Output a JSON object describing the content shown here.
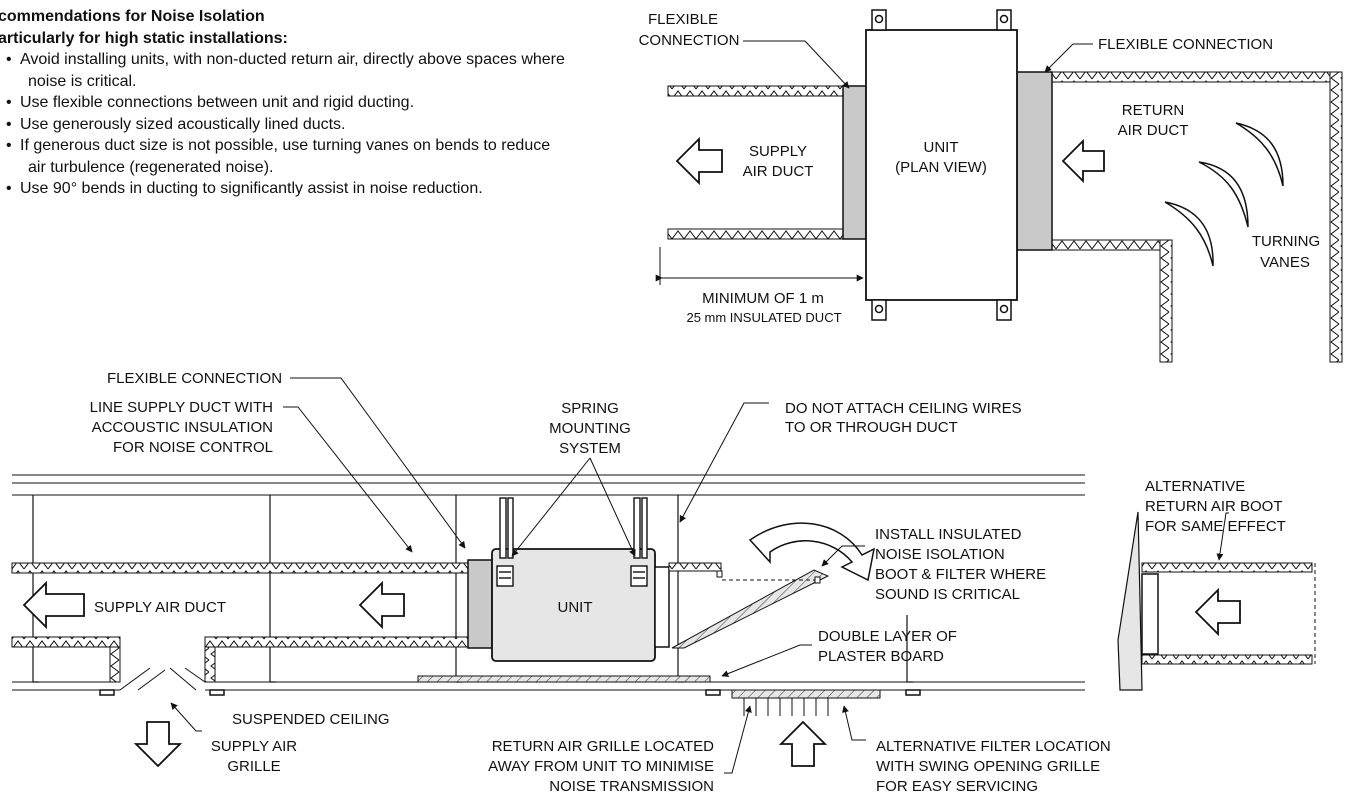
{
  "notes": {
    "heading_1": "commendations for Noise Isolation",
    "heading_2": "articularly for high static installations:",
    "items": [
      "Avoid installing units, with non-ducted return air, directly above spaces where noise is critical.",
      "Use flexible connections between unit and rigid ducting.",
      "Use generously sized acoustically lined ducts.",
      "If generous duct size is not possible, use turning vanes on bends to reduce air turbulence (regenerated noise).",
      "Use 90° bends in ducting to significantly assist in noise reduction."
    ]
  },
  "plan": {
    "flex_left_1": "FLEXIBLE",
    "flex_left_2": "CONNECTION",
    "flex_right": "FLEXIBLE CONNECTION",
    "supply_1": "SUPPLY",
    "supply_2": "AIR DUCT",
    "unit_1": "UNIT",
    "unit_2": "(PLAN VIEW)",
    "return_1": "RETURN",
    "return_2": "AIR DUCT",
    "vanes_1": "TURNING",
    "vanes_2": "VANES",
    "min_1": "MINIMUM OF 1 m",
    "min_2": "25 mm INSULATED DUCT"
  },
  "section": {
    "flex": "FLEXIBLE CONNECTION",
    "line_1": "LINE SUPPLY DUCT WITH",
    "line_2": "ACCOUSTIC INSULATION",
    "line_3": "FOR NOISE CONTROL",
    "spring_1": "SPRING",
    "spring_2": "MOUNTING",
    "spring_3": "SYSTEM",
    "wires_1": "DO NOT ATTACH CEILING WIRES",
    "wires_2": "TO OR THROUGH DUCT",
    "supply_duct": "SUPPLY AIR DUCT",
    "unit": "UNIT",
    "boot_1": "INSTALL INSULATED",
    "boot_2": "NOISE ISOLATION",
    "boot_3": "BOOT & FILTER WHERE",
    "boot_4": "SOUND IS CRITICAL",
    "plaster_1": "DOUBLE LAYER OF",
    "plaster_2": "PLASTER BOARD",
    "ceiling": "SUSPENDED CEILING",
    "grille_1": "SUPPLY AIR",
    "grille_2": "GRILLE",
    "return_1": "RETURN AIR GRILLE LOCATED",
    "return_2": "AWAY FROM UNIT TO MINIMISE",
    "return_3": "NOISE TRANSMISSION",
    "filter_1": "ALTERNATIVE FILTER LOCATION",
    "filter_2": "WITH SWING OPENING GRILLE",
    "filter_3": "FOR EASY SERVICING",
    "alt_1": "ALTERNATIVE",
    "alt_2": "RETURN AIR BOOT",
    "alt_3": "FOR SAME EFFECT"
  }
}
